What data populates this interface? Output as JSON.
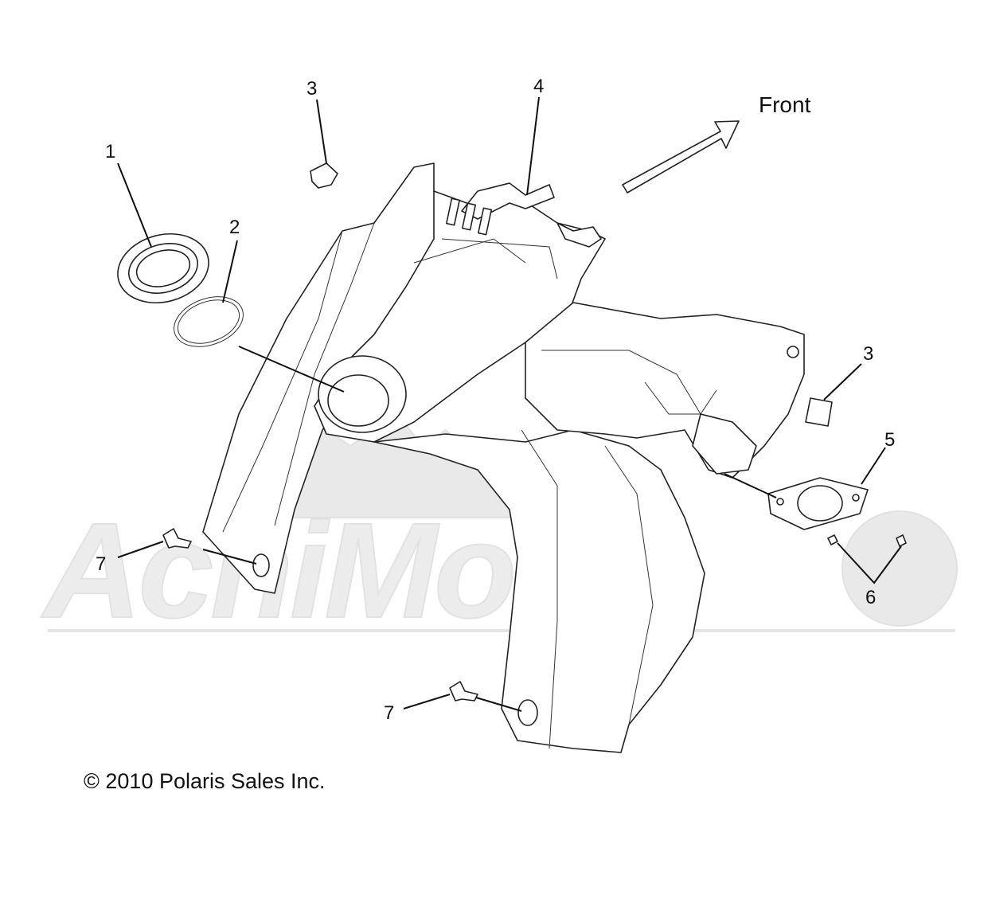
{
  "diagram": {
    "front_label": "Front",
    "copyright": "© 2010 Polaris Sales Inc.",
    "watermark_text": "AchiMoto",
    "callouts": [
      "1",
      "2",
      "3",
      "4",
      "3",
      "5",
      "6",
      "7",
      "7"
    ],
    "colors": {
      "line": "#222222",
      "watermark": "#e6e6e6",
      "background": "#ffffff"
    }
  }
}
